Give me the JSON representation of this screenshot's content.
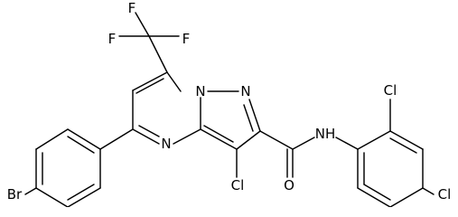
{
  "molecule": {
    "atoms": {
      "F1": "F",
      "F2": "F",
      "F3": "F",
      "N_bridge": "N",
      "N_pyrazole": "N",
      "N_pyrimidine": "N",
      "Cl_3": "Cl",
      "O_amide": "O",
      "NH_amide": "NH",
      "Cl_2prime": "Cl",
      "Cl_4prime": "Cl",
      "Br": "Br"
    }
  }
}
